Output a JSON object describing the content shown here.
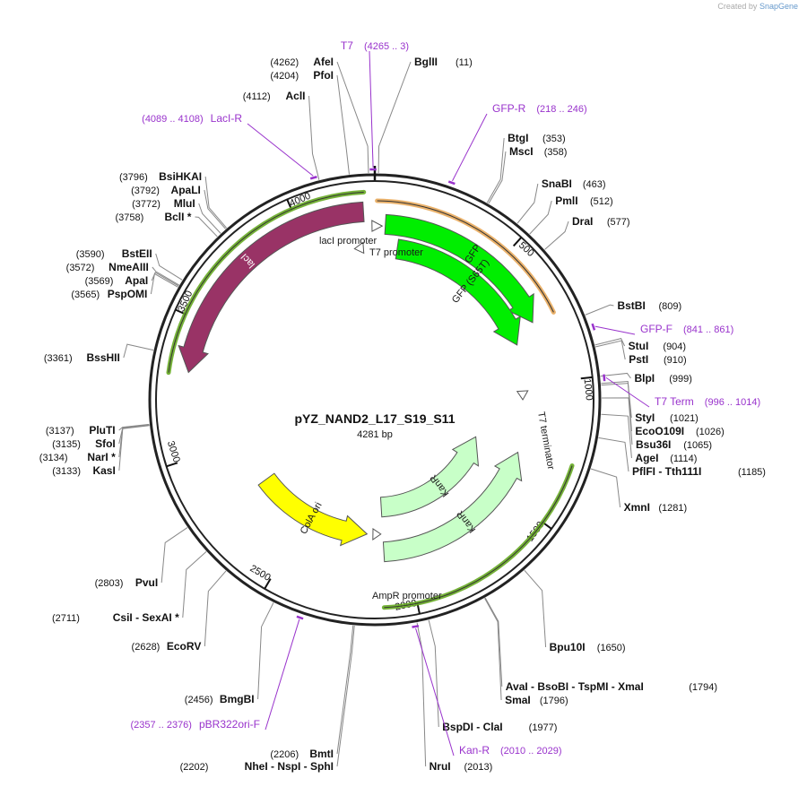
{
  "credit": {
    "prefix": "Created by",
    "brand": "SnapGene"
  },
  "plasmid": {
    "name": "pYZ_NAND2_L17_S19_S11",
    "size_label": "4281 bp",
    "length": 4281
  },
  "ticks": [
    {
      "pos": 500,
      "label": "500"
    },
    {
      "pos": 1000,
      "label": "1000"
    },
    {
      "pos": 1500,
      "label": "1500"
    },
    {
      "pos": 2000,
      "label": "2000"
    },
    {
      "pos": 2500,
      "label": "2500"
    },
    {
      "pos": 3000,
      "label": "3000"
    },
    {
      "pos": 3500,
      "label": "3500"
    },
    {
      "pos": 4000,
      "label": "4000"
    }
  ],
  "features": [
    {
      "name": "GFP",
      "start": 41,
      "end": 760,
      "direction": "cw",
      "color": "#00ee00",
      "label_color": "#1a1a1a"
    },
    {
      "name": "GFP (S65T)",
      "start": 100,
      "end": 820,
      "direction": "cw",
      "color": "#00ee00",
      "label_color": "#1a1a1a"
    },
    {
      "name": "KanR",
      "start": 1310,
      "end": 2100,
      "direction": "ccw",
      "color": "#c8ffc8",
      "label_color": "#1a1a1a"
    },
    {
      "name": "KanR",
      "start": 1310,
      "end": 2100,
      "direction": "ccw",
      "color": "#c8ffc8",
      "label_color": "#1a1a1a"
    },
    {
      "name": "ColA ori",
      "start": 2180,
      "end": 2780,
      "direction": "ccw",
      "color": "#ffff00",
      "label_color": "#1a1a1a"
    },
    {
      "name": "lacI",
      "start": 3310,
      "end": 4240,
      "direction": "ccw",
      "color": "#993366",
      "label_color": "#ffffff"
    }
  ],
  "small_features": [
    {
      "name": "T7 promoter",
      "pos": 4270,
      "direction": "cw"
    },
    {
      "name": "lacI promoter",
      "pos": 4230,
      "direction": "ccw"
    },
    {
      "name": "T7 terminator",
      "pos": 1030,
      "direction": "cw"
    },
    {
      "name": "AmpR promoter",
      "pos": 2150,
      "direction": "ccw"
    }
  ],
  "primer_bands": [
    {
      "start": 8,
      "end": 760,
      "color": "#e8a85a"
    },
    {
      "start": 1290,
      "end": 2110,
      "color": "#66aa22"
    },
    {
      "start": 3300,
      "end": 4245,
      "color": "#66aa22"
    }
  ],
  "sites": [
    {
      "side": "right",
      "pos": 11,
      "text": "BglII",
      "num": "(11)"
    },
    {
      "side": "right",
      "pos": 353,
      "text": "BtgI",
      "num": "(353)"
    },
    {
      "side": "right",
      "pos": 358,
      "text": "MscI",
      "num": "(358)"
    },
    {
      "side": "right",
      "pos": 463,
      "text": "SnaBI",
      "num": "(463)"
    },
    {
      "side": "right",
      "pos": 512,
      "text": "PmlI",
      "num": "(512)"
    },
    {
      "side": "right",
      "pos": 577,
      "text": "DraI",
      "num": "(577)"
    },
    {
      "side": "right",
      "pos": 809,
      "text": "BstBI",
      "num": "(809)"
    },
    {
      "side": "right",
      "pos": 904,
      "text": "StuI",
      "num": "(904)"
    },
    {
      "side": "right",
      "pos": 910,
      "text": "PstI",
      "num": "(910)"
    },
    {
      "side": "right",
      "pos": 999,
      "text": "BlpI",
      "num": "(999)"
    },
    {
      "side": "right",
      "pos": 1021,
      "text": "StyI",
      "num": "(1021)"
    },
    {
      "side": "right",
      "pos": 1026,
      "text": "EcoO109I",
      "num": "(1026)"
    },
    {
      "side": "right",
      "pos": 1065,
      "text": "Bsu36I",
      "num": "(1065)"
    },
    {
      "side": "right",
      "pos": 1114,
      "text": "AgeI",
      "num": "(1114)"
    },
    {
      "side": "right",
      "pos": 1185,
      "text": "PflFI - Tth111I",
      "num": "(1185)"
    },
    {
      "side": "right",
      "pos": 1281,
      "text": "XmnI",
      "num": "(1281)"
    },
    {
      "side": "right",
      "pos": 1650,
      "text": "Bpu10I",
      "num": "(1650)"
    },
    {
      "side": "right",
      "pos": 1794,
      "text": "AvaI - BsoBI - TspMI - XmaI",
      "num": "(1794)"
    },
    {
      "side": "right",
      "pos": 1796,
      "text": "SmaI",
      "num": "(1796)"
    },
    {
      "side": "right",
      "pos": 1977,
      "text": "BspDI - ClaI",
      "num": "(1977)"
    },
    {
      "side": "right",
      "pos": 2013,
      "text": "NruI",
      "num": "(2013)"
    },
    {
      "side": "left",
      "pos": 2202,
      "text": "NheI - NspI - SphI",
      "num": "(2202)"
    },
    {
      "side": "left",
      "pos": 2206,
      "text": "BmtI",
      "num": "(2206)"
    },
    {
      "side": "left",
      "pos": 2456,
      "text": "BmgBI",
      "num": "(2456)"
    },
    {
      "side": "left",
      "pos": 2628,
      "text": "EcoRV",
      "num": "(2628)"
    },
    {
      "side": "left",
      "pos": 2711,
      "text": "CsiI - SexAI *",
      "num": "(2711)"
    },
    {
      "side": "left",
      "pos": 2803,
      "text": "PvuI",
      "num": "(2803)"
    },
    {
      "side": "left",
      "pos": 3133,
      "text": "KasI",
      "num": "(3133)"
    },
    {
      "side": "left",
      "pos": 3134,
      "text": "NarI *",
      "num": "(3134)"
    },
    {
      "side": "left",
      "pos": 3135,
      "text": "SfoI",
      "num": "(3135)"
    },
    {
      "side": "left",
      "pos": 3137,
      "text": "PluTI",
      "num": "(3137)"
    },
    {
      "side": "left",
      "pos": 3361,
      "text": "BssHII",
      "num": "(3361)"
    },
    {
      "side": "left",
      "pos": 3565,
      "text": "PspOMI",
      "num": "(3565)"
    },
    {
      "side": "left",
      "pos": 3569,
      "text": "ApaI",
      "num": "(3569)"
    },
    {
      "side": "left",
      "pos": 3572,
      "text": "NmeAIII",
      "num": "(3572)"
    },
    {
      "side": "left",
      "pos": 3590,
      "text": "BstEII",
      "num": "(3590)"
    },
    {
      "side": "left",
      "pos": 3758,
      "text": "BclI *",
      "num": "(3758)"
    },
    {
      "side": "left",
      "pos": 3772,
      "text": "MluI",
      "num": "(3772)"
    },
    {
      "side": "left",
      "pos": 3792,
      "text": "ApaLI",
      "num": "(3792)"
    },
    {
      "side": "left",
      "pos": 3796,
      "text": "BsiHKAI",
      "num": "(3796)"
    },
    {
      "side": "left",
      "pos": 4112,
      "text": "AclI",
      "num": "(4112)"
    },
    {
      "side": "left",
      "pos": 4204,
      "text": "PfoI",
      "num": "(4204)"
    },
    {
      "side": "left",
      "pos": 4262,
      "text": "AfeI",
      "num": "(4262)"
    }
  ],
  "primers": [
    {
      "name": "T7",
      "range": "(4265 .. 3)",
      "pos": 4276,
      "side": "center"
    },
    {
      "name": "GFP-R",
      "range": "(218 .. 246)",
      "pos": 232,
      "side": "right"
    },
    {
      "name": "GFP-F",
      "range": "(841 .. 861)",
      "pos": 851,
      "side": "right"
    },
    {
      "name": "T7 Term",
      "range": "(996 .. 1014)",
      "pos": 1005,
      "side": "right"
    },
    {
      "name": "Kan-R",
      "range": "(2010 .. 2029)",
      "pos": 2020,
      "side": "right"
    },
    {
      "name": "pBR322ori-F",
      "range": "(2357 .. 2376)",
      "pos": 2366,
      "side": "left"
    },
    {
      "name": "LacI-R",
      "range": "(4089 .. 4108)",
      "pos": 4098,
      "side": "left"
    }
  ],
  "colors": {
    "primer": "#9933cc",
    "backbone": "#222222",
    "site_line": "#888888"
  }
}
